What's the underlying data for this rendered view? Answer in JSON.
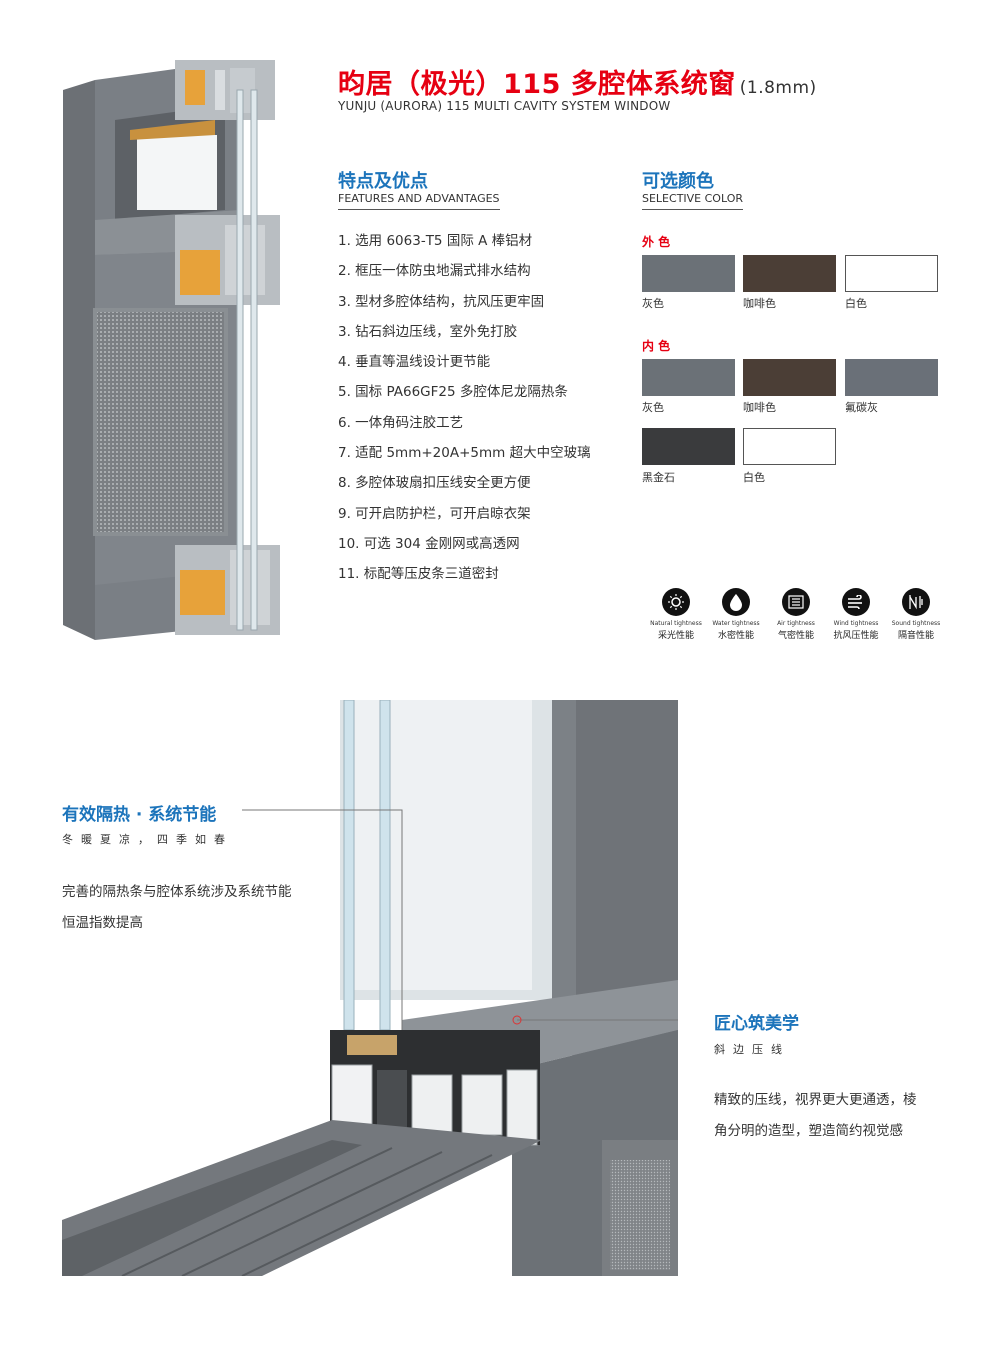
{
  "header": {
    "title": "昀居（极光）115 多腔体系统窗",
    "title_note": "(1.8mm)",
    "subtitle": "YUNJU (AURORA) 115 MULTI CAVITY SYSTEM WINDOW"
  },
  "features": {
    "title": "特点及优点",
    "subtitle": "FEATURES AND ADVANTAGES",
    "items": [
      "1. 选用 6063-T5 国际 A 棒铝材",
      "2. 框压一体防虫地漏式排水结构",
      "3. 型材多腔体结构，抗风压更牢固",
      "3. 钻石斜边压线，室外免打胶",
      "4. 垂直等温线设计更节能",
      "5. 国标 PA66GF25 多腔体尼龙隔热条",
      "6. 一体角码注胶工艺",
      "7. 适配 5mm+20A+5mm 超大中空玻璃",
      "8. 多腔体玻扇扣压线安全更方便",
      "9. 可开启防护栏，可开启晾衣架",
      "10. 可选 304 金刚网或高透网",
      "11. 标配等压皮条三道密封"
    ]
  },
  "colors": {
    "title": "可选颜色",
    "subtitle": "SELECTIVE COLOR",
    "exterior_label": "外 色",
    "exterior": [
      {
        "name": "灰色",
        "hex": "#6b7177"
      },
      {
        "name": "咖啡色",
        "hex": "#4b3e36"
      },
      {
        "name": "白色",
        "hex": "#ffffff"
      }
    ],
    "interior_label": "内 色",
    "interior": [
      {
        "name": "灰色",
        "hex": "#6b7177"
      },
      {
        "name": "咖啡色",
        "hex": "#4b3e36"
      },
      {
        "name": "氟碳灰",
        "hex": "#6a7078"
      },
      {
        "name": "黑金石",
        "hex": "#3a3b3d"
      },
      {
        "name": "白色",
        "hex": "#ffffff"
      }
    ]
  },
  "performance": [
    {
      "en": "Natural tightness",
      "cn": "采光性能",
      "icon": "sun-icon"
    },
    {
      "en": "Water tightness",
      "cn": "水密性能",
      "icon": "water-drop-icon"
    },
    {
      "en": "Air tightness",
      "cn": "气密性能",
      "icon": "air-icon"
    },
    {
      "en": "Wind tightness",
      "cn": "抗风压性能",
      "icon": "wind-icon"
    },
    {
      "en": "Sound tightness",
      "cn": "隔音性能",
      "icon": "sound-icon"
    }
  ],
  "feature_insulation": {
    "title": "有效隔热 · 系统节能",
    "subtitle": "冬暖夏凉，四季如春",
    "line1": "完善的隔热条与腔体系统涉及系统节能",
    "line2": "恒温指数提高"
  },
  "feature_aesthetics": {
    "title": "匠心筑美学",
    "subtitle": "斜边压线",
    "line1": "精致的压线，视界更大更通透，棱",
    "line2": "角分明的造型，塑造简约视觉感"
  }
}
